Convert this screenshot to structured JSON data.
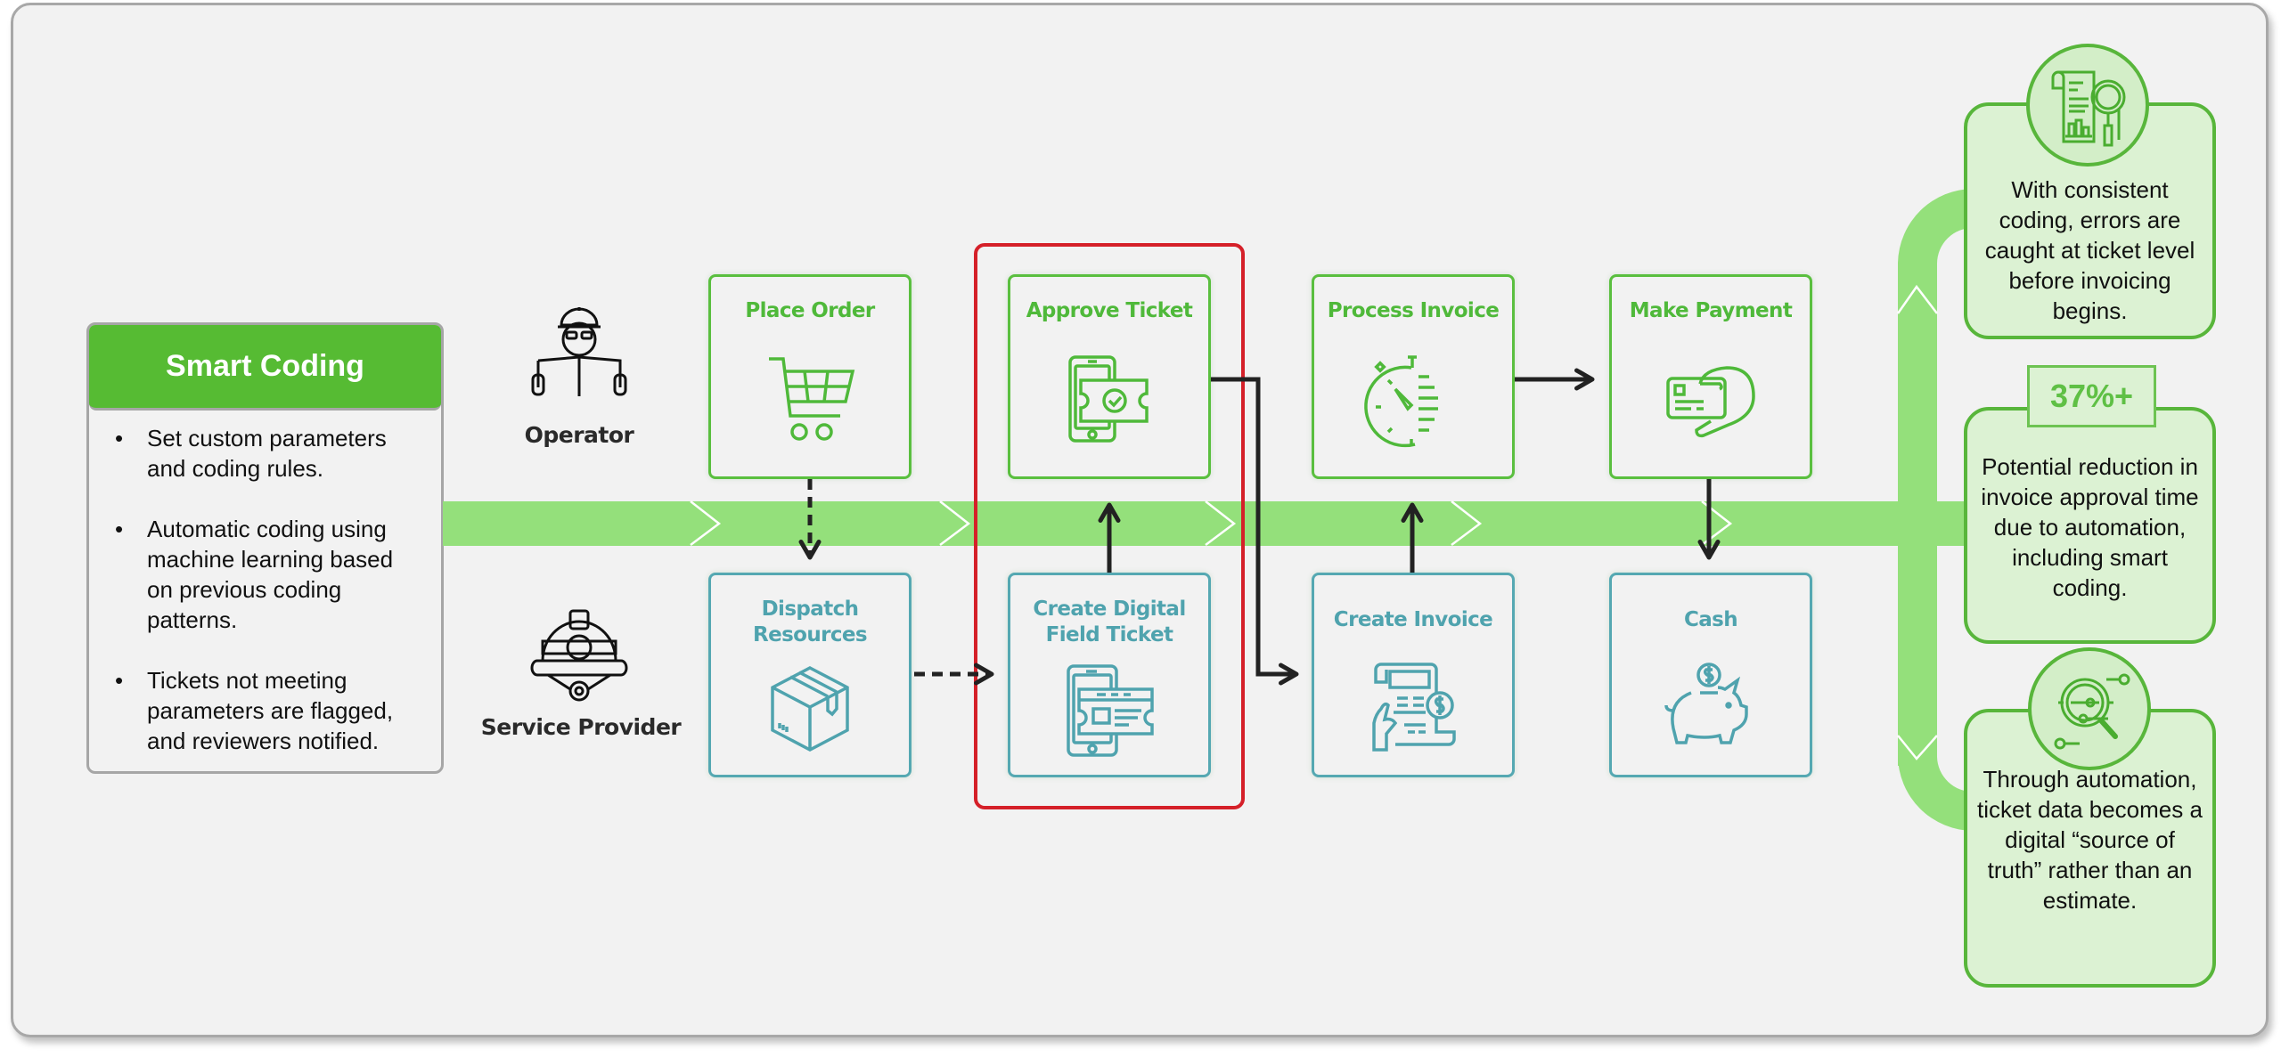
{
  "smart_coding": {
    "title": "Smart Coding",
    "bullets": [
      "Set custom parameters and coding rules.",
      "Automatic coding using machine learning based on previous coding patterns.",
      "Tickets not meeting parameters are flagged, and reviewers notified."
    ]
  },
  "roles": {
    "operator": {
      "label": "Operator",
      "icon": "engineer-reading-blueprint-icon"
    },
    "service_provider": {
      "label": "Service Provider",
      "icon": "hard-hat-icon"
    }
  },
  "steps": {
    "place_order": {
      "label": "Place Order",
      "icon": "shopping-cart-icon",
      "lane": "Operator"
    },
    "approve_ticket": {
      "label": "Approve Ticket",
      "icon": "phone-ticket-check-icon",
      "lane": "Operator"
    },
    "process_invoice": {
      "label": "Process Invoice",
      "icon": "stopwatch-icon",
      "lane": "Operator"
    },
    "make_payment": {
      "label": "Make Payment",
      "icon": "hand-card-icon",
      "lane": "Operator"
    },
    "dispatch_resources": {
      "label": "Dispatch Resources",
      "icon": "package-box-icon",
      "lane": "Service Provider"
    },
    "create_digital_field_ticket": {
      "label_line1": "Create Digital",
      "label_line2": "Field Ticket",
      "icon": "phone-ticket-icon",
      "lane": "Service Provider"
    },
    "create_invoice": {
      "label": "Create Invoice",
      "icon": "invoice-dollar-icon",
      "lane": "Service Provider"
    },
    "cash": {
      "label": "Cash",
      "icon": "piggy-bank-icon",
      "lane": "Service Provider"
    }
  },
  "flows": [
    {
      "from": "Place Order",
      "to": "Dispatch Resources",
      "style": "dashed"
    },
    {
      "from": "Dispatch Resources",
      "to": "Create Digital Field Ticket",
      "style": "dashed"
    },
    {
      "from": "Create Digital Field Ticket",
      "to": "Approve Ticket",
      "style": "solid"
    },
    {
      "from": "Approve Ticket",
      "to": "Create Invoice",
      "style": "solid"
    },
    {
      "from": "Create Invoice",
      "to": "Process Invoice",
      "style": "solid"
    },
    {
      "from": "Process Invoice",
      "to": "Make Payment",
      "style": "solid"
    },
    {
      "from": "Make Payment",
      "to": "Cash",
      "style": "solid"
    }
  ],
  "highlight": {
    "label": "Approve Ticket / Create Digital Field Ticket",
    "color": "#d52029"
  },
  "benefits": [
    {
      "text": "With consistent coding, errors are caught at ticket level before invoicing begins.",
      "icon": "document-magnifier-chart-icon"
    },
    {
      "stat": "37%+",
      "text": "Potential reduction in invoice approval time due to automation, including smart coding."
    },
    {
      "text": "Through automation, ticket data becomes a digital “source of truth” rather than an estimate.",
      "icon": "magnifier-data-nodes-icon"
    }
  ],
  "colors": {
    "brand_green": "#56bb33",
    "band_green": "#94e07b",
    "teal": "#55a8b2",
    "highlight_red": "#d52029",
    "panel_fill": "#dcf2d3"
  }
}
